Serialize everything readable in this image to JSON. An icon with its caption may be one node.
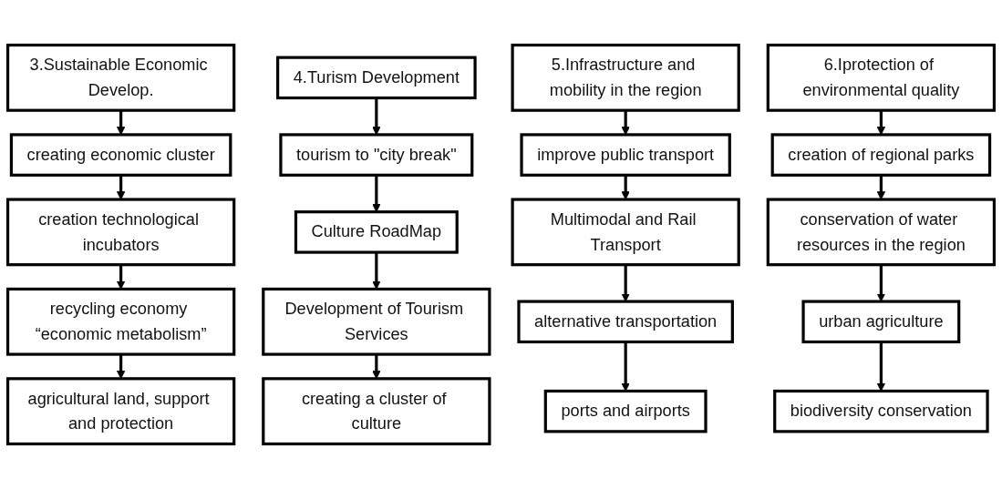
{
  "diagram": {
    "nodes": [
      {
        "text": [
          "3.Sustainable Economic Develop."
        ]
      },
      {
        "text": [
          "creating economic cluster"
        ]
      },
      {
        "text": [
          "creation technological incubators"
        ]
      },
      {
        "text": [
          "recycling economy “economic metabolism”"
        ]
      },
      {
        "text": [
          "agricultural land, support and protection"
        ]
      },
      {
        "text": [
          "4.Turism Development"
        ]
      },
      {
        "text": [
          "tourism to \"city break\""
        ]
      },
      {
        "text": [
          "Culture RoadMap"
        ]
      },
      {
        "text": [
          "Development of Tourism Services"
        ]
      },
      {
        "text": [
          "creating a cluster of culture"
        ]
      },
      {
        "text": [
          "5.Infrastructure and mobility in the region"
        ]
      },
      {
        "text": [
          "improve public transport"
        ]
      },
      {
        "text": [
          "Multimodal and Rail Transport"
        ]
      },
      {
        "text": [
          "alternative transportation"
        ]
      },
      {
        "text": [
          "ports and airports"
        ]
      },
      {
        "text": [
          "6.Iprotection of environmental quality"
        ]
      },
      {
        "text": [
          "creation of regional parks"
        ]
      },
      {
        "text": [
          "conservation of water resources in the region"
        ]
      },
      {
        "text": [
          "urban agriculture"
        ]
      },
      {
        "text": [
          "biodiversity conservation"
        ]
      }
    ],
    "edges": [
      {
        "from": 0,
        "to": 1,
        "arrow": "to"
      },
      {
        "from": 1,
        "to": 2,
        "arrow": "to"
      },
      {
        "from": 2,
        "to": 3,
        "arrow": "to"
      },
      {
        "from": 3,
        "to": 4,
        "arrow": "to"
      },
      {
        "from": 5,
        "to": 6,
        "arrow": "to"
      },
      {
        "from": 6,
        "to": 7,
        "arrow": "to"
      },
      {
        "from": 7,
        "to": 8,
        "arrow": "to"
      },
      {
        "from": 8,
        "to": 9,
        "arrow": "to"
      },
      {
        "from": 10,
        "to": 11,
        "arrow": "to"
      },
      {
        "from": 11,
        "to": 12,
        "arrow": "to"
      },
      {
        "from": 12,
        "to": 13,
        "arrow": "to"
      },
      {
        "from": 13,
        "to": 14,
        "arrow": "to"
      },
      {
        "from": 15,
        "to": 16,
        "arrow": "to"
      },
      {
        "from": 16,
        "to": 17,
        "arrow": "to"
      },
      {
        "from": 17,
        "to": 18,
        "arrow": "to"
      },
      {
        "from": 18,
        "to": 19,
        "arrow": "to"
      }
    ]
  }
}
